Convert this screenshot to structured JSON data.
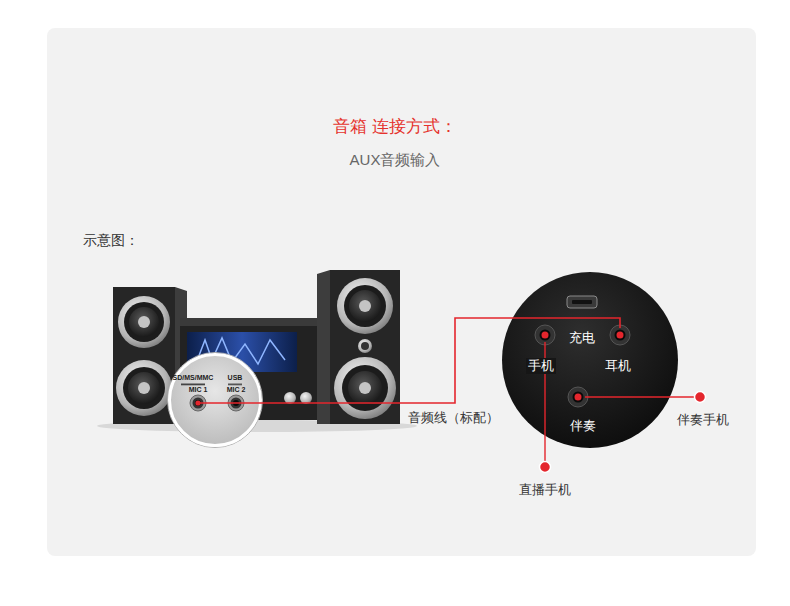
{
  "diagram": {
    "title": "音箱 连接方式：",
    "nodes": [
      {
        "text": [
          "SD/MS/MMC",
          "USB",
          "MIC 1",
          "MIC 2"
        ]
      },
      {
        "text": [
          "充电",
          "手机",
          "耳机",
          "伴奏"
        ]
      }
    ],
    "edges": [
      {
        "from": 0,
        "to": 1,
        "arrow": "none",
        "label": "音频线（标配）"
      }
    ],
    "labels": [
      "AUX音频输入",
      "示意图：",
      "伴奏手机",
      "直播手机"
    ]
  }
}
